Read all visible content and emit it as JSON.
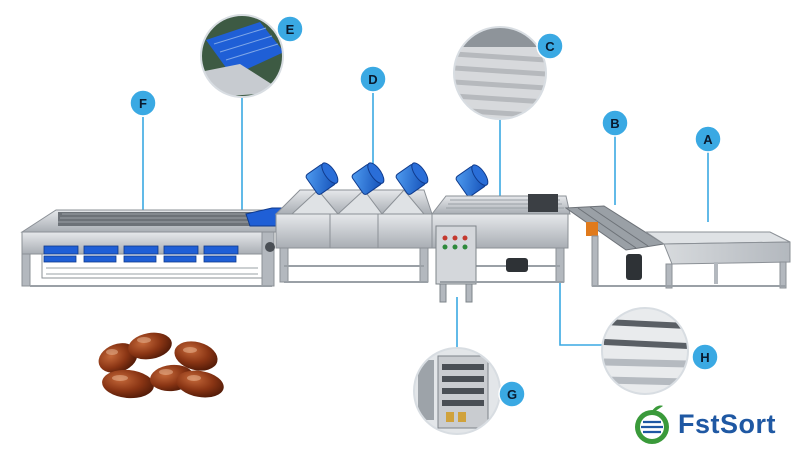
{
  "markers": [
    {
      "id": "a",
      "label": "A"
    },
    {
      "id": "b",
      "label": "B"
    },
    {
      "id": "c",
      "label": "C"
    },
    {
      "id": "d",
      "label": "D"
    },
    {
      "id": "e",
      "label": "E"
    },
    {
      "id": "f",
      "label": "F"
    },
    {
      "id": "g",
      "label": "G"
    },
    {
      "id": "h",
      "label": "H"
    }
  ],
  "brand": {
    "name": "FstSort"
  },
  "colors": {
    "marker_fill": "#3aa9e3",
    "leader_line": "#3aa9e3",
    "belt_blue": "#1f5fd6",
    "brand_blue": "#1f58a3",
    "brand_green": "#3a9a3a",
    "steel": "#c9cdd2"
  }
}
